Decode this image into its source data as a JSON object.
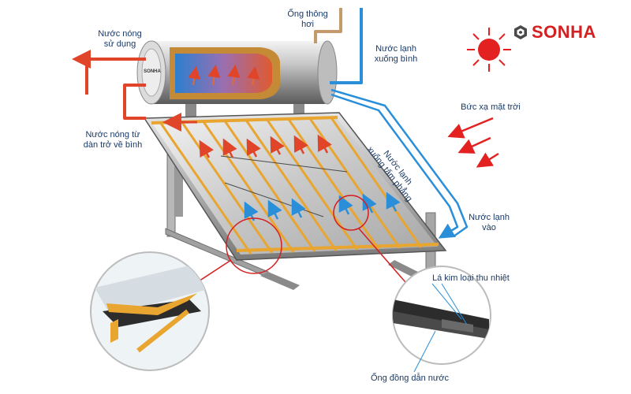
{
  "brand": {
    "logo_text": "SONHA",
    "tank_badge": "SONHA",
    "color": "#d42020"
  },
  "labels": {
    "hot_water_use": "Nước nóng\nsử dụng",
    "steam_pipe": "Ống thông\nhơi",
    "cold_water_to_tank": "Nước lạnh\nxuống bình",
    "hot_water_return": "Nước nóng từ\ndàn trở về bình",
    "solar_radiation": "Bức xạ mặt trời",
    "cold_water_to_panel": "Nước lạnh\nxuống tấm phẳng",
    "cold_water_in": "Nước lạnh\nvào",
    "metal_fin": "Lá kim loại thu nhiệt",
    "copper_tube": "Ống đồng dẫn nước"
  },
  "icons": {
    "sun": "sun-icon",
    "logo": "sonha-logo-icon"
  },
  "colors": {
    "hot": "#e0452a",
    "cold": "#2a8fd8",
    "steam": "#c49a6c",
    "sun": "#e32121",
    "copper": "#e8a530",
    "callout": "#d42020"
  }
}
